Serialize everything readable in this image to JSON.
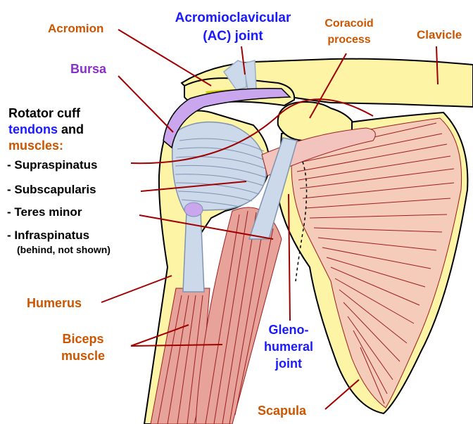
{
  "labels": {
    "acromion": "Acromion",
    "ac_joint_line1": "Acromioclavicular",
    "ac_joint_line2": "(AC) joint",
    "coracoid_line1": "Coracoid",
    "coracoid_line2": "process",
    "clavicle": "Clavicle",
    "bursa": "Bursa",
    "rotator_line1": "Rotator cuff",
    "rotator_tendons": "tendons",
    "rotator_and": " and",
    "rotator_muscles": "muscles:",
    "supraspinatus": "- Supraspinatus",
    "subscapularis": "- Subscapularis",
    "teres_minor": "- Teres minor",
    "infraspinatus": "- Infraspinatus",
    "infraspinatus_note": "(behind, not shown)",
    "humerus": "Humerus",
    "biceps_line1": "Biceps",
    "biceps_line2": "muscle",
    "gleno_line1": "Gleno-",
    "gleno_line2": "humeral",
    "gleno_line3": "joint",
    "scapula": "Scapula"
  },
  "colors": {
    "bone": "#fdf4a6",
    "bone_dark": "#d6c900",
    "outline": "#000000",
    "cartilage": "#cbd9ea",
    "bursa": "#c9a6ee",
    "muscle": "#f3c4bd",
    "muscle_fiber": "#9b1d1d",
    "leader_line": "#a00000",
    "bone_label": "#cc5500",
    "joint_label": "#1a1aff",
    "bursa_label": "#8b2fc9",
    "black_label": "#000000"
  }
}
